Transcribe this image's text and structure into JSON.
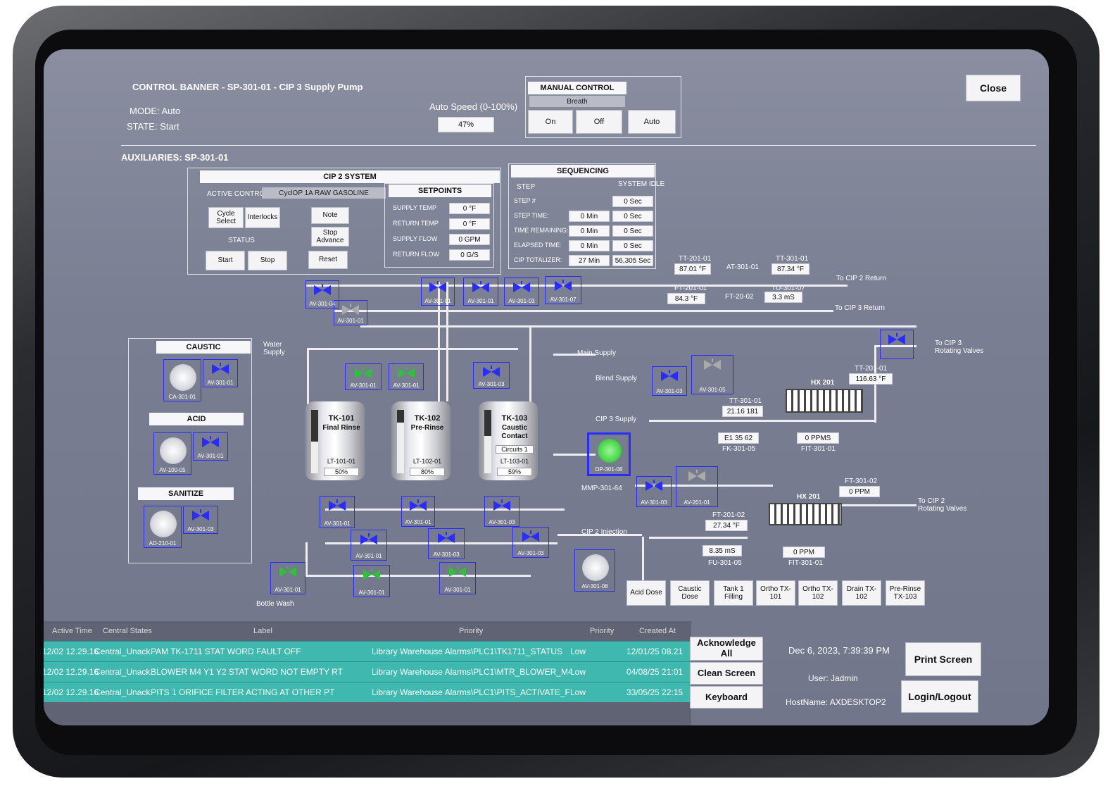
{
  "banner": {
    "title": "CONTROL BANNER - SP-301-01 - CIP 3 Supply Pump",
    "mode": "MODE: Auto",
    "state": "STATE: Start",
    "auxiliaries": "AUXILIARIES: SP-301-01",
    "auto_speed_label": "Auto Speed (0-100%)",
    "auto_speed_value": "47%",
    "close": "Close"
  },
  "manual_control": {
    "title": "MANUAL CONTROL",
    "status": "Breath",
    "on": "On",
    "off": "Off",
    "auto": "Auto"
  },
  "cip2": {
    "title": "CIP 2 SYSTEM",
    "active_control_label": "ACTIVE CONTROL",
    "active_control_value": "CyclOP 1A RAW GASOLINE",
    "cycle_select": "Cycle Select",
    "interlocks": "Interlocks",
    "note": "Note",
    "stop_advance": "Stop Advance",
    "status_label": "STATUS",
    "start": "Start",
    "stop": "Stop",
    "reset": "Reset"
  },
  "setpoints": {
    "title": "SETPOINTS",
    "rows": [
      {
        "label": "SUPPLY TEMP",
        "value": "0 °F"
      },
      {
        "label": "RETURN TEMP",
        "value": "0 °F"
      },
      {
        "label": "SUPPLY FLOW",
        "value": "0 GPM"
      },
      {
        "label": "RETURN FLOW",
        "value": "0 G/S"
      }
    ]
  },
  "sequencing": {
    "title": "SEQUENCING",
    "step_label": "STEP",
    "step_value": "SYSTEM IDLE",
    "rows": [
      {
        "label": "STEP #",
        "v1": "",
        "v2": "0 Sec"
      },
      {
        "label": "STEP TIME:",
        "v1": "0 Min",
        "v2": "0 Sec"
      },
      {
        "label": "TIME REMAINING:",
        "v1": "0 Min",
        "v2": "0 Sec"
      },
      {
        "label": "ELAPSED TIME:",
        "v1": "0 Min",
        "v2": "0 Sec"
      },
      {
        "label": "CIP TOTALIZER:",
        "v1": "27 Min",
        "v2": "56,305 Sec"
      }
    ]
  },
  "instruments": {
    "tt20101_tag": "TT-201-01",
    "tt20101_val": "87.01 °F",
    "at30101_tag": "AT-301-01",
    "tt30101_tag": "TT-301-01",
    "tt30101_val": "87.34 °F",
    "ft20101_tag": "FT-201-01",
    "ft20101_val": "84.3 °F",
    "ft2002_tag": "FT-20-02",
    "tu30107_tag": "TU-301-07",
    "tu30107_val": "3.3 mS",
    "to_cip2_return": "To CIP 2 Return",
    "to_cip3_return": "To CIP 3 Return",
    "to_cip3_rot": "To CIP 3 Rotating Valves",
    "to_cip2_rot": "To CIP 2 Rotating Valves",
    "water_supply": "Water Supply",
    "main_supply": "Main Supply",
    "blend_supply": "Blend Supply",
    "cip3_supply": "CIP 3 Supply",
    "cip2_injection": "CIP 2 Injection",
    "mmp": "MMP-301-64",
    "tt20101b_tag": "TT-201-01",
    "tt20101b_val": "116.63 °F",
    "hx_top": "HX 201",
    "hx_bottom": "HX 201",
    "tr30101_tag": "TT-301-01",
    "tr30101_val": "21.16 181",
    "fk30105_val": "E1 35 62",
    "fk30105_tag": "FK-301-05",
    "fit30101_val": "0 PPMS",
    "fit30101_tag": "FIT-301-01",
    "ft30102_tag": "FT-301-02",
    "ft30102_val": "0 PPM",
    "ft20102_tag": "FT-201-02",
    "ft20102_val": "27.34 °F",
    "fu30105_val": "8.35 mS",
    "fu30105_tag": "FU-301-05",
    "fit30101b_val": "0 PPM",
    "fit30101b_tag": "FIT-301-01",
    "bottom_tag": "Bottle Wash"
  },
  "tanks": [
    {
      "name": "TK-101",
      "desc": "Final Rinse",
      "extra": "",
      "lt": "LT-101-01",
      "level": "50%",
      "fill": 0.5
    },
    {
      "name": "TK-102",
      "desc": "Pre-Rinse",
      "extra": "",
      "lt": "LT-102-01",
      "level": "80%",
      "fill": 0.8
    },
    {
      "name": "TK-103",
      "desc": "Caustic Contact",
      "extra": "Circuits 1",
      "lt": "LT-103-01",
      "level": "59%",
      "fill": 0.59
    }
  ],
  "chemicals": {
    "caustic": "CAUSTIC",
    "caustic_pump": "CA-301-01",
    "caustic_valve": "AV-301-01",
    "acid": "ACID",
    "acid_pump": "AV-100-05",
    "acid_valve": "AV-301-01",
    "sanitize": "SANITIZE",
    "sanitize_pump": "AD-210-01",
    "sanitize_valve": "AV-301-03"
  },
  "valves": {
    "v1": "AV-301-04",
    "v2": "AV-301-01",
    "v3": "AV-301-01",
    "v4": "AV-301-01",
    "v5": "AV-301-03",
    "v6": "AV-301-07",
    "g1": "AV-301-01",
    "g2": "AV-301-01",
    "g3": "AV-301-03",
    "b1": "AV-301-03",
    "b2": "AV-301-05",
    "c1": "AV-301-03",
    "c2": "AV-201-01",
    "l1": "AV-301-01",
    "l2": "AV-301-01",
    "l3": "AV-301-03",
    "l4": "AV-301-01",
    "l5": "AV-301-03",
    "l6": "AV-301-03",
    "gb1": "AV-301-01",
    "gb2": "AV-301-01",
    "gb3": "AV-301-01",
    "pump_green": "DP-301-08",
    "pump_bottom": "AV-301-08"
  },
  "modes": [
    "Acid Dose",
    "Caustic Dose",
    "Tank 1 Filling",
    "Ortho TX-101",
    "Ortho TX-102",
    "Drain TX-102",
    "Pre-Rinse TX-103"
  ],
  "alarm_table": {
    "headers": [
      "Active Time",
      "Central States",
      "Label",
      "Priority",
      "Priority",
      "Created At"
    ],
    "rows": [
      {
        "time": "12/02 12.29.16",
        "state": "Central_Unack.",
        "label": "PAM TK-1711 STAT WORD FAULT OFF",
        "path": "Library Warehouse Alarms\\PLC1\\TK1711_STATUS",
        "priority": "Low",
        "created": "12/01/25 08.21"
      },
      {
        "time": "12/02 12.29.16",
        "state": "Central_Unack.",
        "label": "BLOWER M4 Y1 Y2 STAT WORD NOT EMPTY RT",
        "path": "Library Warehouse Alarms\\PLC1\\MTR_BLOWER_M4",
        "priority": "Low",
        "created": "04/08/25 21:01"
      },
      {
        "time": "12/02 12.29.16",
        "state": "Central_Unack.",
        "label": "PITS 1 ORIFICE FILTER ACTING AT OTHER PT",
        "path": "Library Warehouse Alarms\\PLC1\\PITS_ACTIVATE_F",
        "priority": "Low",
        "created": "33/05/25 22:15"
      }
    ]
  },
  "footer": {
    "acknowledge_all": "Acknowledge All",
    "clean_screen": "Clean Screen",
    "keyboard": "Keyboard",
    "datetime": "Dec 6, 2023, 7:39:39 PM",
    "user": "User: Jadmin",
    "hostname": "HostName: AXDESKTOP2",
    "print_screen": "Print Screen",
    "login_logout": "Login/Logout"
  },
  "colors": {
    "accent_teal": "#3fb8b0",
    "valve_blue": "#2a2cff",
    "valve_green": "#2fbf3a",
    "pump_green": "#4cd84a"
  }
}
